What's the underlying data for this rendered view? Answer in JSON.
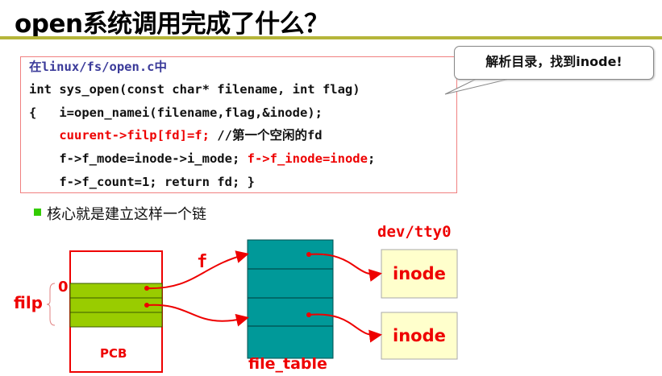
{
  "title": "open系统调用完成了什么？",
  "code": {
    "file_note": "在linux/fs/open.c中",
    "line1": "int sys_open(const char* filename, int flag)",
    "line2": "{   i=open_namei(filename,flag,&inode);",
    "line3_red": "    cuurent->filp[fd]=f;",
    "line3_comment": " //第一个空闲的fd",
    "line4_black": "    f->f_mode=inode->i_mode; ",
    "line4_red": "f->f_inode=inode",
    "line4_end": ";",
    "line5": "    f->f_count=1; return fd; }"
  },
  "callout": "解析目录，找到inode!",
  "bullet": "核心就是建立这样一个链",
  "diagram": {
    "pcb_label": "PCB",
    "filp_label": "filp",
    "index_zero": "0",
    "f_label": "f",
    "file_table_label": "file_table",
    "device_label": "dev/tty0",
    "inode_labels": [
      "inode",
      "inode"
    ]
  },
  "colors": {
    "accent_red": "#ee0000",
    "pcb_green": "#99cc00",
    "file_table_teal": "#009999",
    "inode_fill": "#ffffcc",
    "rule_olive": "#b5b53a"
  }
}
